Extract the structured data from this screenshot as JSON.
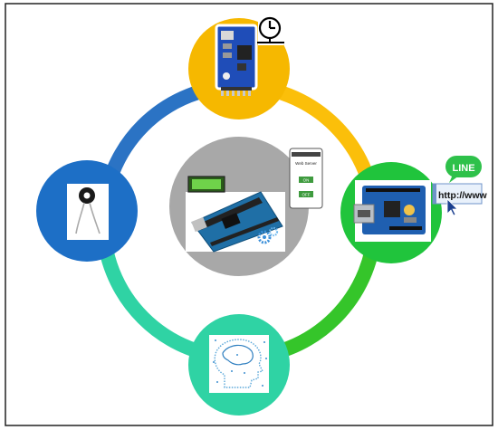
{
  "diagram": {
    "colors": {
      "background": "#ffffff",
      "border": "#222222",
      "ring_top_right": "#fbbf0a",
      "ring_right_bottom": "#35c52a",
      "ring_bottom_left": "#2fd3a4",
      "ring_left_top": "#2b73c4",
      "node_top": "#f6b800",
      "node_right": "#20c43c",
      "node_bottom": "#2fd3a4",
      "node_left": "#1d6fc6",
      "node_center": "#a8a8a8"
    },
    "nodes": {
      "top": {
        "icon": "rtc-clock-module-icon",
        "badge_icon": "clock-icon"
      },
      "right": {
        "icon": "ethernet-shield-icon"
      },
      "bottom": {
        "icon": "brain-head-icon"
      },
      "left": {
        "icon": "current-sensor-icon"
      },
      "center": {
        "icon": "arduino-mega-board-icon",
        "extra_icons": [
          "lcd-display-icon",
          "phone-web-app-icon",
          "gears-icon"
        ]
      }
    },
    "phone": {
      "title": "Web Server",
      "buttons": [
        "ON",
        "OFF"
      ]
    },
    "line_bubble": {
      "text": "LINE"
    },
    "url_tag": {
      "text": "http://www"
    }
  }
}
